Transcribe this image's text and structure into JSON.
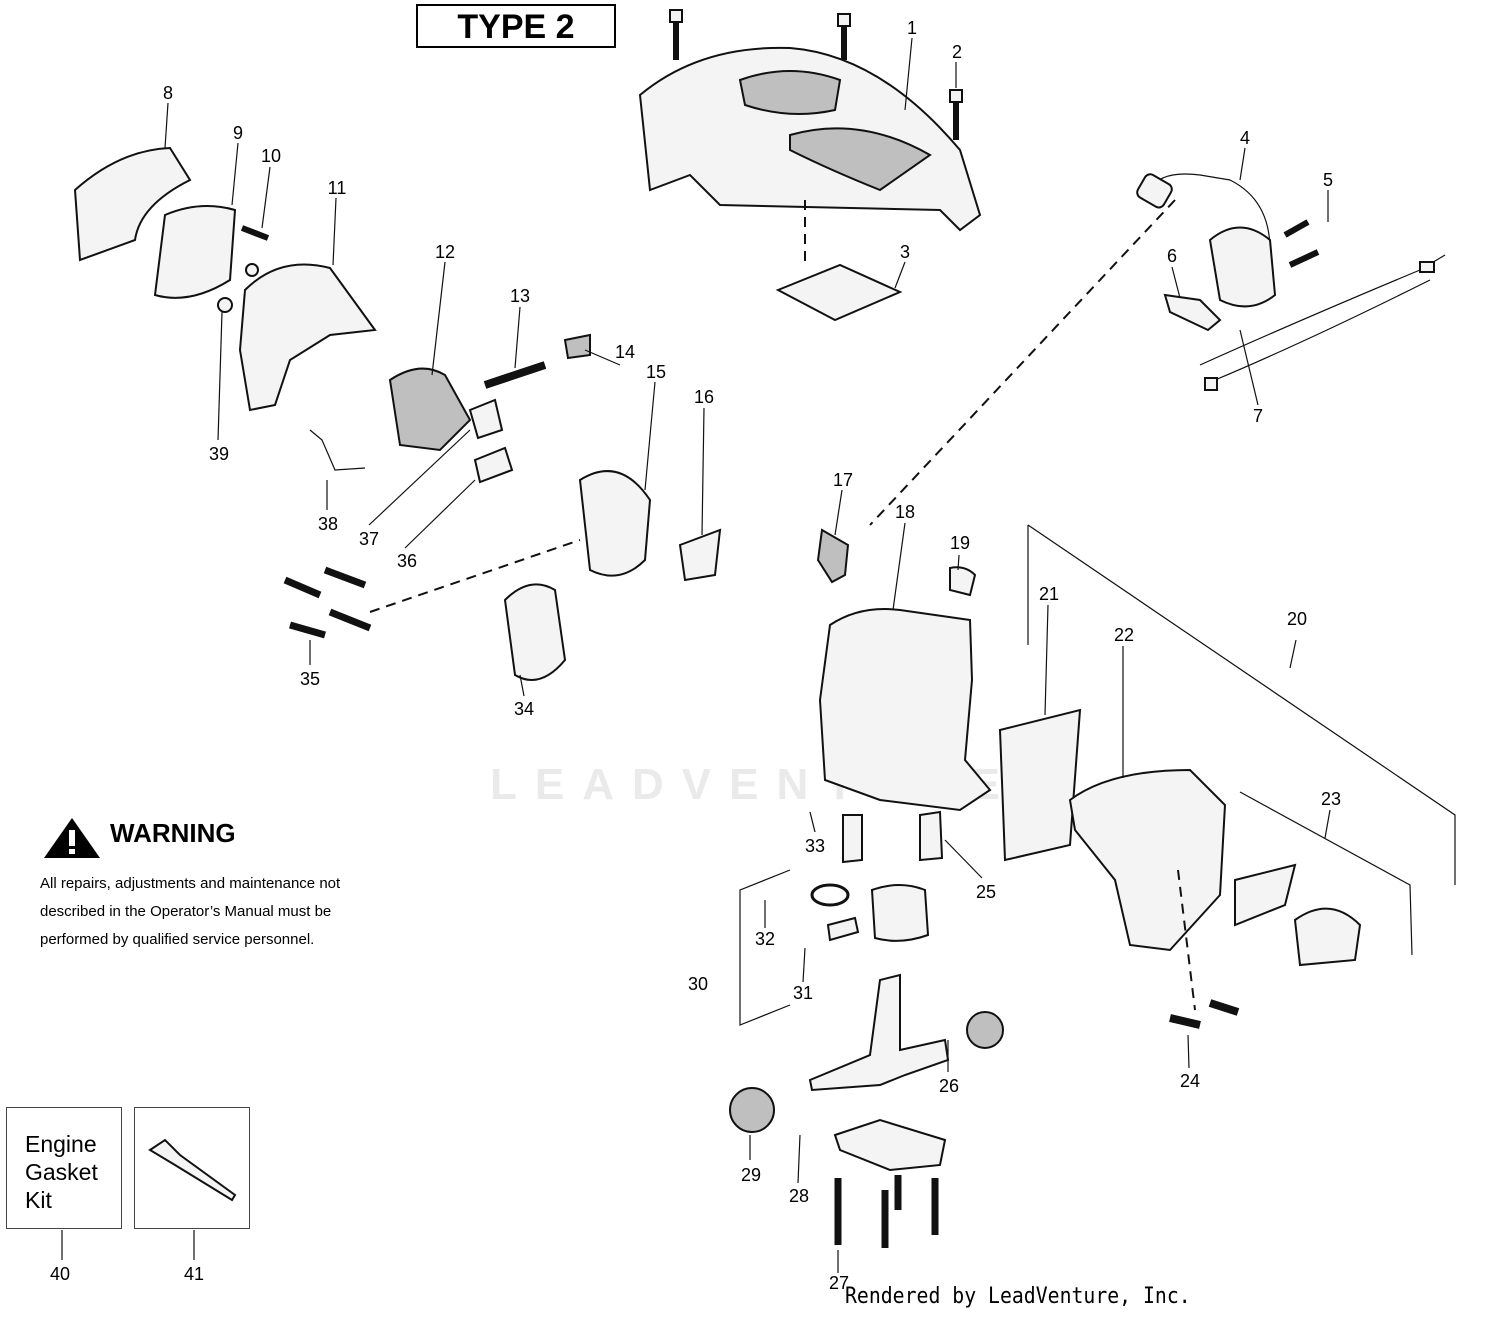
{
  "title": "TYPE 2",
  "watermark": "LEADVENTURE",
  "warning": {
    "heading": "WARNING",
    "text": "All repairs, adjustments and maintenance not described in the Operator’s Manual must be performed by qualified  service personnel."
  },
  "kit_label": "Engine Gasket Kit",
  "footer": "Rendered by LeadVenture, Inc.",
  "callouts": [
    "1",
    "2",
    "3",
    "4",
    "5",
    "6",
    "7",
    "8",
    "9",
    "10",
    "11",
    "12",
    "13",
    "14",
    "15",
    "16",
    "17",
    "18",
    "19",
    "20",
    "21",
    "22",
    "23",
    "24",
    "25",
    "26",
    "27",
    "28",
    "29",
    "30",
    "31",
    "32",
    "33",
    "34",
    "35",
    "36",
    "37",
    "38",
    "39",
    "40",
    "41"
  ]
}
